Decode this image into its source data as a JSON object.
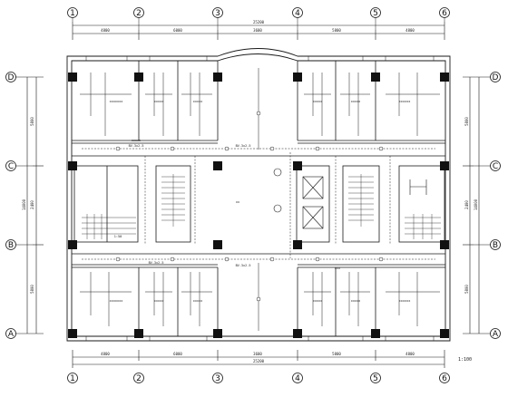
{
  "drawing": {
    "grid_axes_top": [
      "1",
      "2",
      "3",
      "4",
      "5",
      "6"
    ],
    "grid_axes_bottom": [
      "1",
      "2",
      "3",
      "4",
      "5",
      "6"
    ],
    "grid_axes_left": [
      "D",
      "C",
      "B",
      "A"
    ],
    "grid_axes_right": [
      "D",
      "C",
      "B",
      "A"
    ],
    "dims_top_total": "25200",
    "dims_top_segments": [
      "4800",
      "6000",
      "3600",
      "5800",
      "4800"
    ],
    "dims_bottom_total": "25200",
    "dims_bottom_segments": [
      "4800",
      "6000",
      "3600",
      "5800",
      "4800"
    ],
    "dims_left_segments": [
      "5800",
      "2400",
      "5800"
    ],
    "dims_left_total": "14000",
    "dims_right_segments": [
      "5800",
      "2400",
      "5800"
    ],
    "dims_right_total": "14000",
    "room_labels_upper": [
      "xxxxxxx",
      "xxxxx",
      "xxxxx",
      "xxxxx",
      "xxxxx",
      "xxxxxx"
    ],
    "room_labels_lower": [
      "xxxxxxx",
      "xxxxx",
      "xxxxx",
      "xxxxx",
      "xxxxx",
      "xxxxxx"
    ],
    "corridor_labels": [
      "BV-3x2.5",
      "BV-3x2.5",
      "BV-3x2.5",
      "BV-3x2.5"
    ],
    "center_label": "xx",
    "stair_labels": [
      "1:50",
      "xxx"
    ],
    "lobby_label": "xxxxx",
    "bottom_right_note": "1:100"
  },
  "colors": {
    "line": "#1a1a1a",
    "column": "#111111",
    "background": "#ffffff"
  }
}
